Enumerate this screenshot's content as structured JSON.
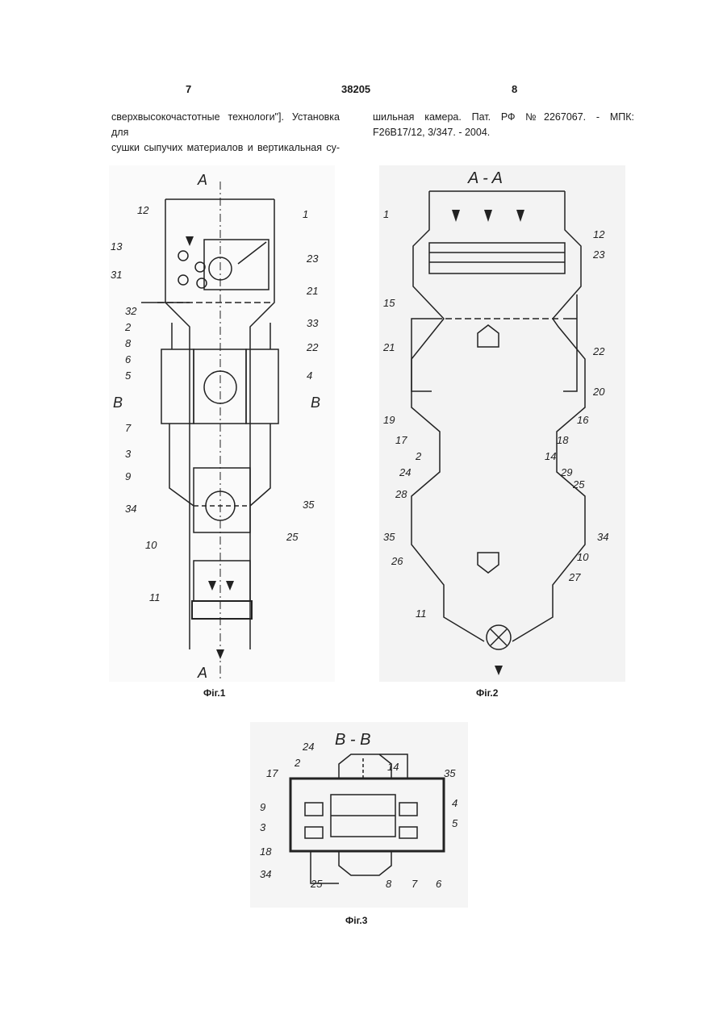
{
  "header": {
    "page_left": "7",
    "patent_no": "38205",
    "page_right": "8"
  },
  "text": {
    "left_line1": "сверхвысокочастотные технологи\"]. Установка для",
    "left_line2": "сушки сыпучих материалов и вертикальная су-",
    "right_line1": "шильная камера. Пат. РФ №2267067. - МПК:",
    "right_line2": "F26B17/12, 3/347. - 2004."
  },
  "figures": {
    "fig1": {
      "caption": "Фіг.1",
      "section_top": "A",
      "section_bottom": "A",
      "section_B_left": "B",
      "section_B_right": "B",
      "labels": {
        "l1": "1",
        "l12": "12",
        "l13": "13",
        "l31": "31",
        "l32": "32",
        "l2": "2",
        "l8": "8",
        "l6": "6",
        "l5": "5",
        "l7": "7",
        "l3": "3",
        "l9": "9",
        "l34": "34",
        "l10": "10",
        "l11": "11",
        "l23": "23",
        "l21": "21",
        "l33": "33",
        "l22": "22",
        "l4": "4",
        "l35": "35",
        "l25": "25"
      }
    },
    "fig2": {
      "caption": "Фіг.2",
      "title": "A - A",
      "labels": {
        "l1": "1",
        "l12": "12",
        "l23": "23",
        "l15": "15",
        "l21": "21",
        "l22": "22",
        "l20": "20",
        "l19": "19",
        "l16": "16",
        "l17": "17",
        "l18": "18",
        "l2": "2",
        "l14": "14",
        "l24": "24",
        "l29": "29",
        "l28": "28",
        "l25": "25",
        "l35": "35",
        "l34": "34",
        "l26": "26",
        "l10": "10",
        "l27": "27",
        "l11": "11"
      }
    },
    "fig3": {
      "caption": "Фіг.3",
      "title": "B - B",
      "labels": {
        "l24": "24",
        "l14": "14",
        "l35": "35",
        "l17": "17",
        "l2": "2",
        "l9": "9",
        "l4": "4",
        "l3": "3",
        "l5": "5",
        "l18": "18",
        "l34": "34",
        "l25": "25",
        "l8": "8",
        "l7": "7",
        "l6": "6"
      }
    }
  }
}
